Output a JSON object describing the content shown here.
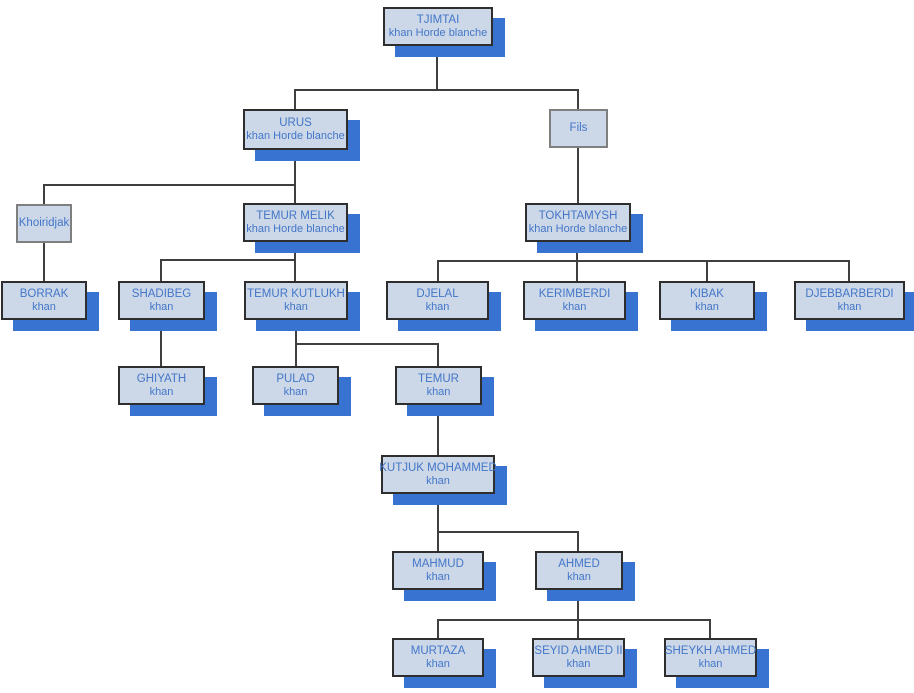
{
  "diagram_type": "family-tree",
  "colors": {
    "background": "#ffffff",
    "node_fill": "#ccd8e8",
    "node_border": "#2e2e2e",
    "plain_node_border": "#7f7f7f",
    "node_shadow": "#3973d2",
    "node_text": "#4376c8",
    "connector": "#3f3f3f"
  },
  "nodes": {
    "tjimtai": {
      "title": "TJIMTAI",
      "subtitle": "khan Horde blanche"
    },
    "urus": {
      "title": "URUS",
      "subtitle": "khan Horde blanche"
    },
    "fils": {
      "title": "Fils",
      "subtitle": ""
    },
    "khoiridjak": {
      "title": "Khoiridjak",
      "subtitle": ""
    },
    "temur_melik": {
      "title": "TEMUR MELIK",
      "subtitle": "khan Horde blanche"
    },
    "tokhtamysh": {
      "title": "TOKHTAMYSH",
      "subtitle": "khan Horde blanche"
    },
    "borrak": {
      "title": "BORRAK",
      "subtitle": "khan"
    },
    "shadibeg": {
      "title": "SHADIBEG",
      "subtitle": "khan"
    },
    "temur_kutlukh": {
      "title": "TEMUR KUTLUKH",
      "subtitle": "khan"
    },
    "djelal": {
      "title": "DJELAL",
      "subtitle": "khan"
    },
    "kerimberdi": {
      "title": "KERIMBERDI",
      "subtitle": "khan"
    },
    "kibak": {
      "title": "KIBAK",
      "subtitle": "khan"
    },
    "djebbarberdi": {
      "title": "DJEBBARBERDI",
      "subtitle": "khan"
    },
    "ghiyath": {
      "title": "GHIYATH",
      "subtitle": "khan"
    },
    "pulad": {
      "title": "PULAD",
      "subtitle": "khan"
    },
    "temur": {
      "title": "TEMUR",
      "subtitle": "khan"
    },
    "kutjuk_mohammed": {
      "title": "KUTJUK MOHAMMED",
      "subtitle": "khan"
    },
    "mahmud": {
      "title": "MAHMUD",
      "subtitle": "khan"
    },
    "ahmed": {
      "title": "AHMED",
      "subtitle": "khan"
    },
    "murtaza": {
      "title": "MURTAZA",
      "subtitle": "khan"
    },
    "seyid_ahmed_ii": {
      "title": "SEYID AHMED II",
      "subtitle": "khan"
    },
    "sheykh_ahmed": {
      "title": "SHEYKH AHMED",
      "subtitle": "khan"
    }
  },
  "edges": [
    {
      "parent": "TJIMTAI",
      "children": [
        "URUS",
        "Fils"
      ]
    },
    {
      "parent": "URUS",
      "children": [
        "Khoiridjak",
        "TEMUR MELIK"
      ]
    },
    {
      "parent": "Fils",
      "children": [
        "TOKHTAMYSH"
      ]
    },
    {
      "parent": "Khoiridjak",
      "children": [
        "BORRAK"
      ]
    },
    {
      "parent": "TEMUR MELIK",
      "children": [
        "SHADIBEG",
        "TEMUR KUTLUKH"
      ]
    },
    {
      "parent": "TOKHTAMYSH",
      "children": [
        "DJELAL",
        "KERIMBERDI",
        "KIBAK",
        "DJEBBARBERDI"
      ]
    },
    {
      "parent": "SHADIBEG",
      "children": [
        "GHIYATH"
      ]
    },
    {
      "parent": "TEMUR KUTLUKH",
      "children": [
        "PULAD",
        "TEMUR"
      ]
    },
    {
      "parent": "TEMUR",
      "children": [
        "KUTJUK MOHAMMED"
      ]
    },
    {
      "parent": "KUTJUK MOHAMMED",
      "children": [
        "MAHMUD",
        "AHMED"
      ]
    },
    {
      "parent": "AHMED",
      "children": [
        "MURTAZA",
        "SEYID AHMED II",
        "SHEYKH AHMED"
      ]
    }
  ]
}
